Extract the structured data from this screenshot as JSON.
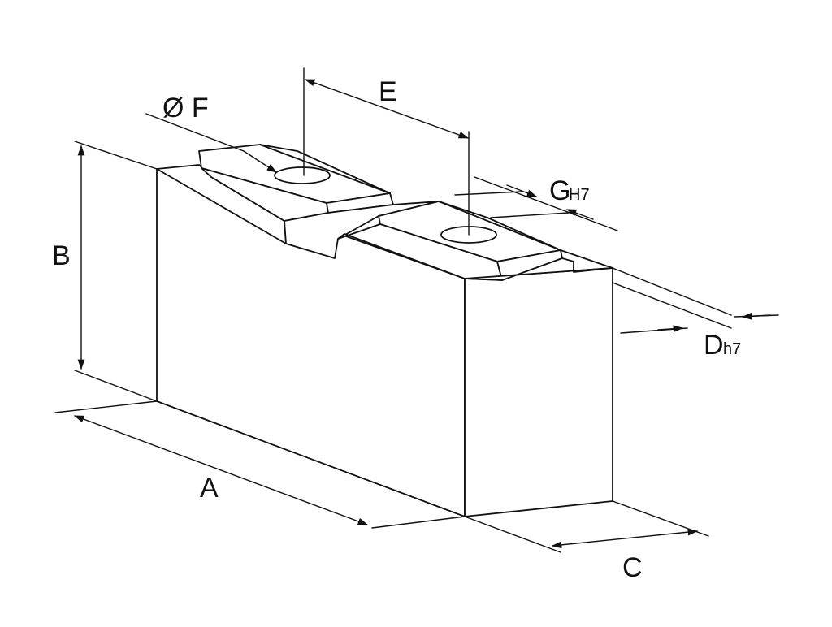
{
  "colors": {
    "line": "#111111",
    "background": "#ffffff"
  },
  "labels": {
    "A": "A",
    "B": "B",
    "C": "C",
    "E": "E",
    "F": "Ø F",
    "G": "G",
    "G_tol": "H7",
    "D": "D",
    "D_tol": "h7"
  }
}
